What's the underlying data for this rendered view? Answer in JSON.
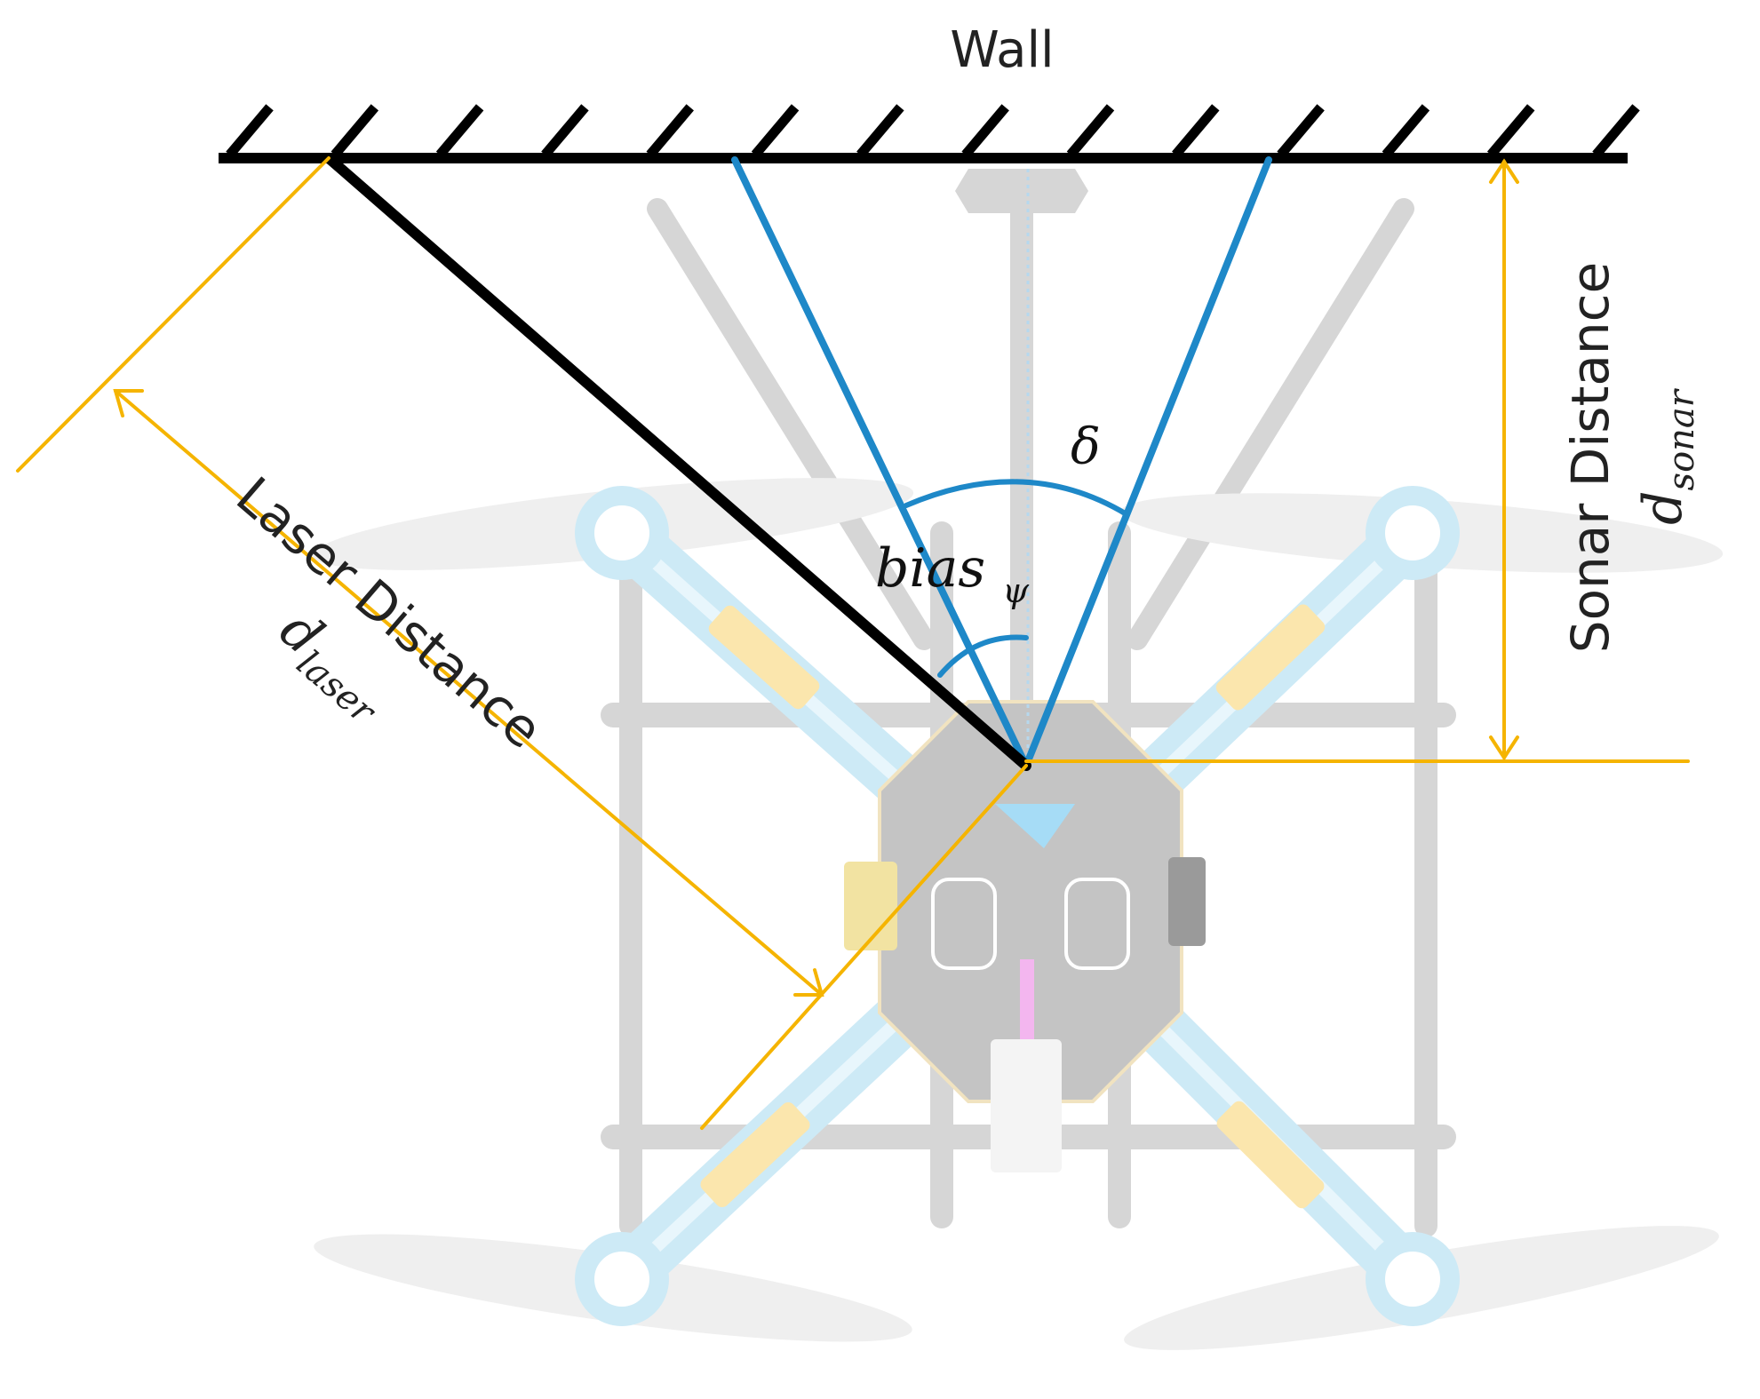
{
  "wall": {
    "label": "Wall"
  },
  "sonar": {
    "label": "Sonar Distance",
    "symbol": "d",
    "subscript": "sonar"
  },
  "laser": {
    "label": "Laser Distance",
    "symbol": "d",
    "subscript": "laser"
  },
  "angles": {
    "delta": "δ",
    "bias": "bias",
    "bias_subscript": "ψ"
  },
  "colors": {
    "wall": "#000000",
    "laser_beam": "#000000",
    "sonar_beam": "#1e88c8",
    "dimension": "#f5b400",
    "frame": "#cfcfcf",
    "arm": "#bfe6f7",
    "esc": "#fbe3a2",
    "board": "#c8c8c8"
  },
  "icons": {
    "quadcopter": "quadcopter-drone-icon"
  }
}
